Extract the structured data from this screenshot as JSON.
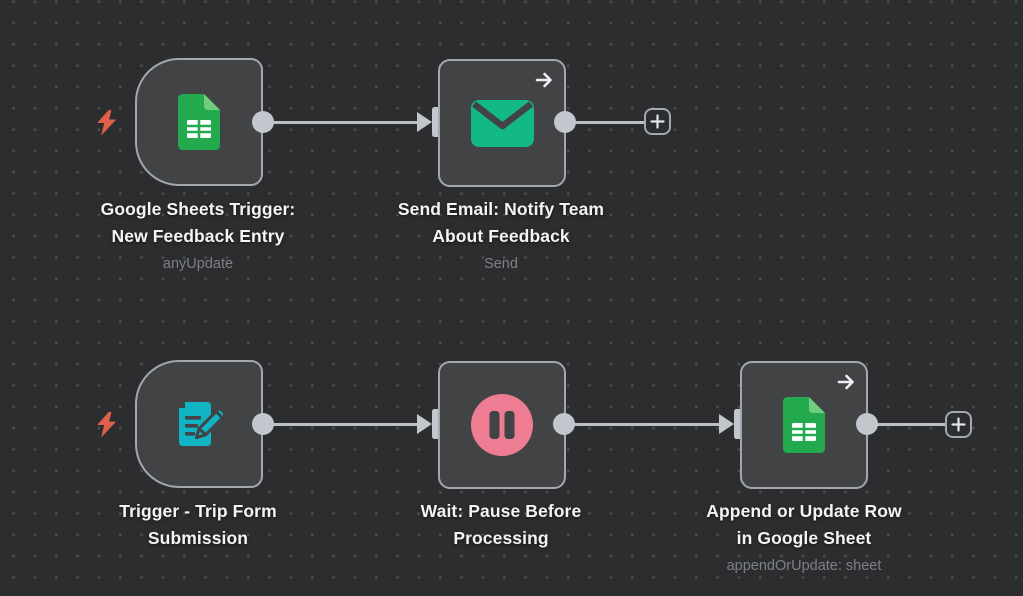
{
  "canvas": {
    "background_color": "#2c2d2e",
    "grid_dot_color": "#4b4d4e",
    "node_fill_color": "#414345",
    "node_border_color": "#a4a8ae",
    "connector_color": "#bcc0c6",
    "title_color": "#f3f4f6",
    "subtitle_color": "#7d8085"
  },
  "icons": {
    "instant_trigger_bolt": {
      "glyph": "lightning-bolt",
      "color": "#e0604b"
    },
    "google_sheets": {
      "glyph": "spreadsheet-page",
      "color": "#23a94e",
      "fold_color": "#6fcd7f"
    },
    "send_email": {
      "glyph": "envelope",
      "color": "#13b887"
    },
    "form_trigger": {
      "glyph": "document-with-pencil",
      "color": "#10b4c5"
    },
    "wait": {
      "glyph": "pause-circle",
      "color": "#ee7d93"
    },
    "execute_step_arrow": {
      "glyph": "arrow-right",
      "color": "#eef0f3"
    },
    "add_node_plus": {
      "glyph": "plus",
      "color": "#e2e5e9"
    }
  },
  "nodes": {
    "gsheets_trigger": {
      "line1": "Google Sheets Trigger:",
      "line2": "New Feedback Entry",
      "subtitle": "anyUpdate"
    },
    "send_email": {
      "line1": "Send Email: Notify Team",
      "line2": "About Feedback",
      "subtitle": "Send"
    },
    "form_trigger": {
      "line1": "Trigger - Trip Form",
      "line2": "Submission",
      "subtitle": ""
    },
    "wait": {
      "line1": "Wait: Pause Before",
      "line2": "Processing",
      "subtitle": ""
    },
    "append_sheet": {
      "line1": "Append or Update Row",
      "line2": "in Google Sheet",
      "subtitle": "appendOrUpdate: sheet"
    }
  }
}
